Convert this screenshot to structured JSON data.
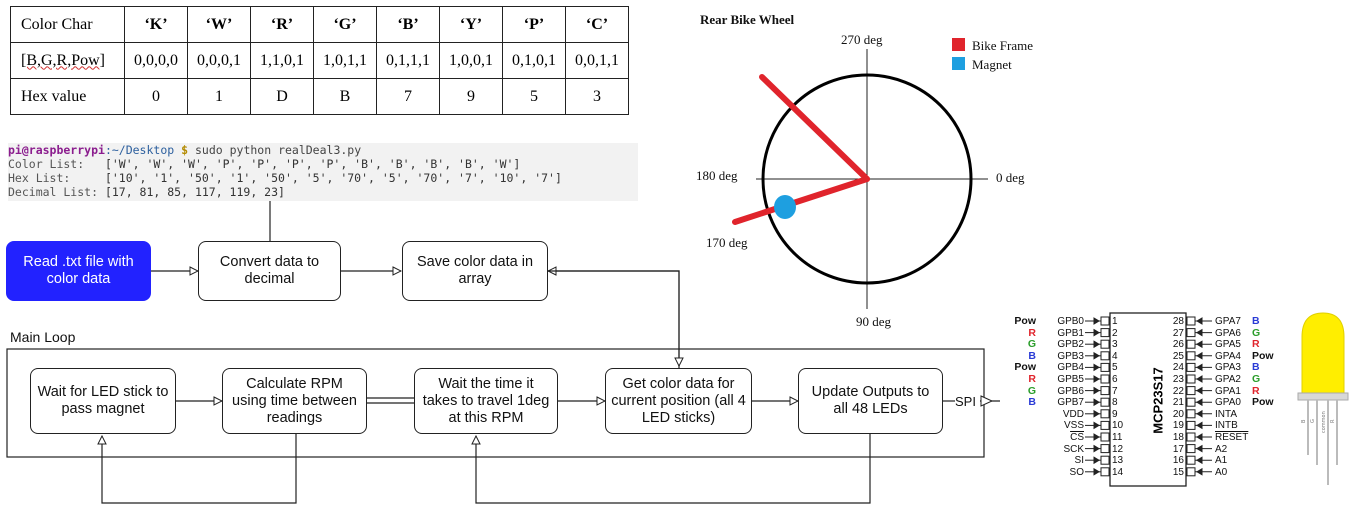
{
  "color_table": {
    "row_headers": [
      "Color Char",
      "[B,G,R,Pow]",
      "Hex value"
    ],
    "chars": [
      "‘K’",
      "‘W’",
      "‘R’",
      "‘G’",
      "‘B’",
      "‘Y’",
      "‘P’",
      "‘C’"
    ],
    "bgrp": [
      "0,0,0,0",
      "0,0,0,1",
      "1,1,0,1",
      "1,0,1,1",
      "0,1,1,1",
      "1,0,0,1",
      "0,1,0,1",
      "0,0,1,1"
    ],
    "hex": [
      "0",
      "1",
      "D",
      "B",
      "7",
      "9",
      "5",
      "3"
    ]
  },
  "terminal": {
    "user_host": "pi@raspberrypi",
    "path": ":~/Desktop",
    "dollar": "$",
    "command": " sudo python realDeal3.py",
    "lines": [
      {
        "label": "Color List:   ",
        "value": "['W', 'W', 'W', 'P', 'P', 'P', 'P', 'B', 'B', 'B', 'B', 'W']"
      },
      {
        "label": "Hex List:     ",
        "value": "['10', '1', '50', '1', '50', '5', '70', '5', '70', '7', '10', '7']"
      },
      {
        "label": "Decimal List: ",
        "value": "[17, 81, 85, 117, 119, 23]"
      }
    ]
  },
  "flow": {
    "read_file": "Read .txt file with color data",
    "convert": "Convert data to decimal",
    "save": "Save color data in array",
    "main_loop_label": "Main Loop",
    "wait_magnet": "Wait for LED stick to pass magnet",
    "calc_rpm": "Calculate RPM using time between readings",
    "wait_time": "Wait the time it takes to travel 1deg at this RPM",
    "get_color": "Get color data for current position (all 4 LED sticks)",
    "update_outputs": "Update Outputs to all 48 LEDs",
    "spi": "SPI"
  },
  "wheel": {
    "title": "Rear Bike Wheel",
    "angles": {
      "top": "270 deg",
      "right": "0 deg",
      "left": "180 deg",
      "bottom": "90 deg",
      "magnet": "170 deg"
    },
    "legend": [
      {
        "label": "Bike Frame",
        "color": "#e0242c"
      },
      {
        "label": "Magnet",
        "color": "#1e9fe0"
      }
    ]
  },
  "chip": {
    "name": "MCP23S17",
    "left_pins": [
      {
        "num": "1",
        "name": "GPB0",
        "tag": "Pow",
        "tag_color": "#111111"
      },
      {
        "num": "2",
        "name": "GPB1",
        "tag": "R",
        "tag_color": "#e0242c"
      },
      {
        "num": "3",
        "name": "GPB2",
        "tag": "G",
        "tag_color": "#2a9d2a"
      },
      {
        "num": "4",
        "name": "GPB3",
        "tag": "B",
        "tag_color": "#2a3bd6"
      },
      {
        "num": "5",
        "name": "GPB4",
        "tag": "Pow",
        "tag_color": "#111111"
      },
      {
        "num": "6",
        "name": "GPB5",
        "tag": "R",
        "tag_color": "#e0242c"
      },
      {
        "num": "7",
        "name": "GPB6",
        "tag": "G",
        "tag_color": "#2a9d2a"
      },
      {
        "num": "8",
        "name": "GPB7",
        "tag": "B",
        "tag_color": "#2a3bd6"
      },
      {
        "num": "9",
        "name": "VDD",
        "tag": "",
        "tag_color": ""
      },
      {
        "num": "10",
        "name": "VSS",
        "tag": "",
        "tag_color": ""
      },
      {
        "num": "11",
        "name": "CS",
        "tag": "",
        "tag_color": ""
      },
      {
        "num": "12",
        "name": "SCK",
        "tag": "",
        "tag_color": ""
      },
      {
        "num": "13",
        "name": "SI",
        "tag": "",
        "tag_color": ""
      },
      {
        "num": "14",
        "name": "SO",
        "tag": "",
        "tag_color": ""
      }
    ],
    "right_pins": [
      {
        "num": "28",
        "name": "GPA7",
        "tag": "B",
        "tag_color": "#2a3bd6"
      },
      {
        "num": "27",
        "name": "GPA6",
        "tag": "G",
        "tag_color": "#2a9d2a"
      },
      {
        "num": "26",
        "name": "GPA5",
        "tag": "R",
        "tag_color": "#e0242c"
      },
      {
        "num": "25",
        "name": "GPA4",
        "tag": "Pow",
        "tag_color": "#111111"
      },
      {
        "num": "24",
        "name": "GPA3",
        "tag": "B",
        "tag_color": "#2a3bd6"
      },
      {
        "num": "23",
        "name": "GPA2",
        "tag": "G",
        "tag_color": "#2a9d2a"
      },
      {
        "num": "22",
        "name": "GPA1",
        "tag": "R",
        "tag_color": "#e0242c"
      },
      {
        "num": "21",
        "name": "GPA0",
        "tag": "Pow",
        "tag_color": "#111111"
      },
      {
        "num": "20",
        "name": "INTA",
        "tag": "",
        "tag_color": ""
      },
      {
        "num": "19",
        "name": "INTB",
        "tag": "",
        "tag_color": ""
      },
      {
        "num": "18",
        "name": "RESET",
        "tag": "",
        "tag_color": ""
      },
      {
        "num": "17",
        "name": "A2",
        "tag": "",
        "tag_color": ""
      },
      {
        "num": "16",
        "name": "A1",
        "tag": "",
        "tag_color": ""
      },
      {
        "num": "15",
        "name": "A0",
        "tag": "",
        "tag_color": ""
      }
    ]
  },
  "led": {
    "color": "#ffee00",
    "leg_labels": [
      "B",
      "G",
      "common",
      "R"
    ]
  }
}
